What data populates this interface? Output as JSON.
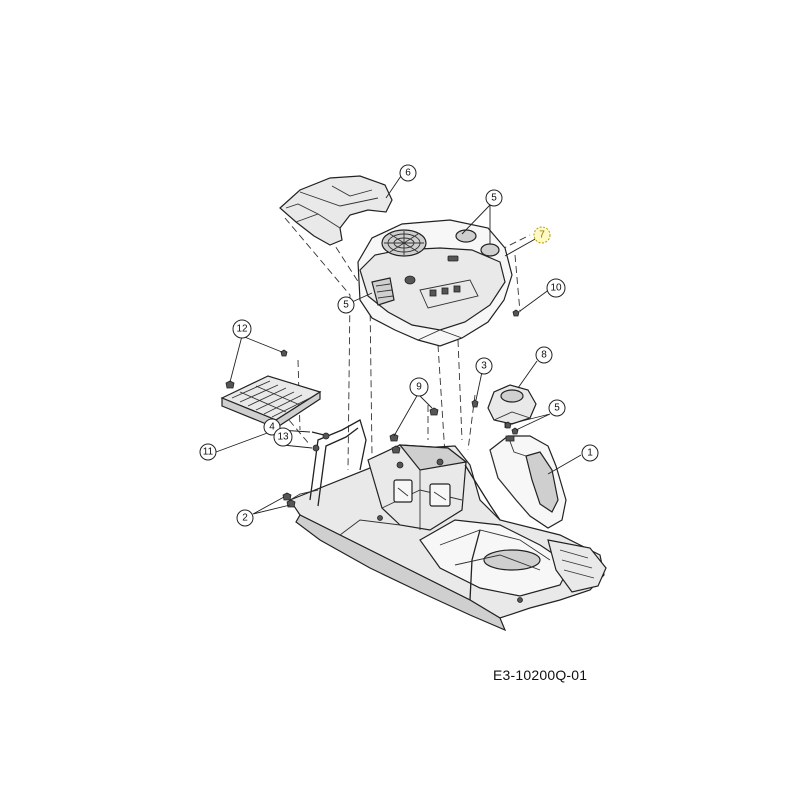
{
  "drawing": {
    "code": "E3-10200Q-01"
  },
  "callouts": [
    {
      "id": "c1",
      "label": "1"
    },
    {
      "id": "c2",
      "label": "2"
    },
    {
      "id": "c3",
      "label": "3"
    },
    {
      "id": "c4",
      "label": "4"
    },
    {
      "id": "c5a",
      "label": "5"
    },
    {
      "id": "c5b",
      "label": "5"
    },
    {
      "id": "c5c",
      "label": "5"
    },
    {
      "id": "c6",
      "label": "6"
    },
    {
      "id": "c7",
      "label": "7",
      "highlighted": true
    },
    {
      "id": "c8",
      "label": "8"
    },
    {
      "id": "c9",
      "label": "9"
    },
    {
      "id": "c10",
      "label": "10"
    },
    {
      "id": "c11",
      "label": "11"
    },
    {
      "id": "c12",
      "label": "12"
    },
    {
      "id": "c13",
      "label": "13"
    }
  ],
  "colors": {
    "line": "#222222",
    "highlight": "#fff9c4"
  }
}
